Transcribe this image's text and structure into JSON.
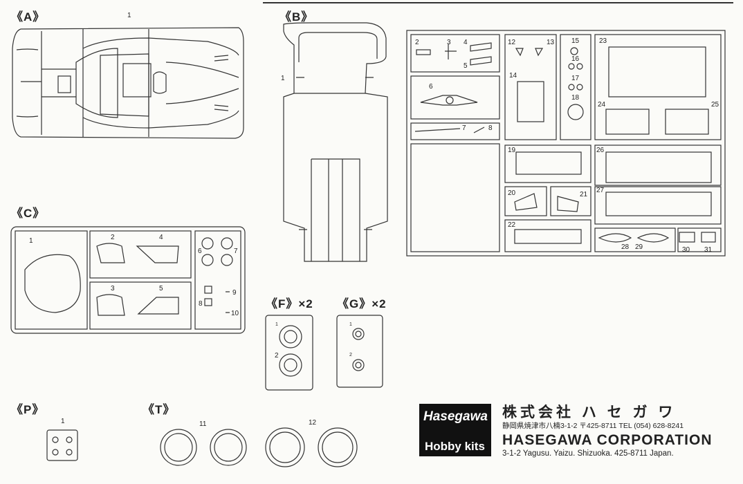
{
  "sprues": {
    "A": {
      "label": "《A》"
    },
    "B": {
      "label": "《B》"
    },
    "C": {
      "label": "《C》"
    },
    "F": {
      "label": "《F》×2"
    },
    "G": {
      "label": "《G》×2"
    },
    "P": {
      "label": "《P》"
    },
    "T": {
      "label": "《T》"
    }
  },
  "part_numbers": {
    "a1": "1",
    "b1": "1",
    "c1": "1",
    "c2": "2",
    "c3": "3",
    "c4": "4",
    "c5": "5",
    "c6": "6",
    "c7": "7",
    "c8": "8",
    "c9": "9",
    "c10": "10",
    "f1": "1",
    "f2": "2",
    "g1": "1",
    "g2": "2",
    "p1": "1",
    "t11": "11",
    "t12": "12",
    "d2": "2",
    "d3": "3",
    "d4": "4",
    "d5": "5",
    "d6": "6",
    "d7": "7",
    "d8": "8",
    "d12": "12",
    "d13": "13",
    "d14": "14",
    "d15": "15",
    "d16": "16",
    "d17": "17",
    "d18": "18",
    "d19": "19",
    "d20": "20",
    "d21": "21",
    "d22": "22",
    "d23": "23",
    "d24": "24",
    "d25": "25",
    "d26": "26",
    "d27": "27",
    "d28": "28",
    "d29": "29",
    "d30": "30",
    "d31": "31"
  },
  "company": {
    "logo_brand": "Hasegawa",
    "logo_kits": "Hobby kits",
    "jp_name": "株式会社 ハ セ ガ ワ",
    "jp_address": "静岡県焼津市八楠3-1-2  〒425-8711  TEL (054) 628-8241",
    "en_name": "HASEGAWA  CORPORATION",
    "en_address": "3-1-2 Yagusu. Yaizu. Shizuoka. 425-8711 Japan."
  }
}
